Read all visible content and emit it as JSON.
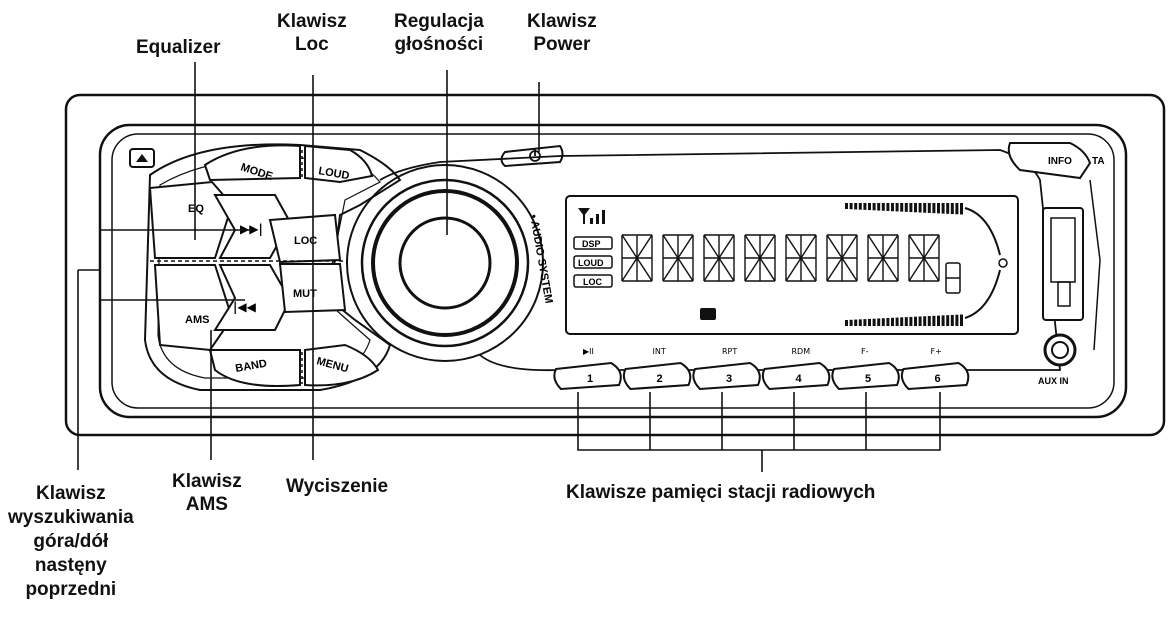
{
  "callouts": {
    "equalizer": "Equalizer",
    "loc_key": [
      "Klawisz",
      "Loc"
    ],
    "volume": [
      "Regulacja",
      "głośności"
    ],
    "power_key": [
      "Klawisz",
      "Power"
    ],
    "seek_key": [
      "Klawisz",
      "wyszukiwania",
      "góra/dół",
      "nastęny",
      "poprzedni"
    ],
    "ams_key": [
      "Klawisz",
      "AMS"
    ],
    "mute": "Wyciszenie",
    "presets": "Klawisze pamięci stacji radiowych"
  },
  "panel": {
    "buttons": {
      "mode": "MODE",
      "loud": "LOUD",
      "eq": "EQ",
      "next": "▶▶|",
      "loc": "LOC",
      "ams": "AMS",
      "prev": "|◀◀",
      "mut": "MUT",
      "band": "BAND",
      "menu": "MENU",
      "info": "INFO",
      "ta": "TA",
      "aux_in": "AUX IN"
    },
    "side_text": "• AUDIO SYSTEM",
    "lcd_flags": [
      "DSP",
      "LOUD",
      "LOC"
    ],
    "presets": [
      {
        "num": "1",
        "func": "▶II"
      },
      {
        "num": "2",
        "func": "INT"
      },
      {
        "num": "3",
        "func": "RPT"
      },
      {
        "num": "4",
        "func": "RDM"
      },
      {
        "num": "5",
        "func": "F-"
      },
      {
        "num": "6",
        "func": "F+"
      }
    ]
  }
}
